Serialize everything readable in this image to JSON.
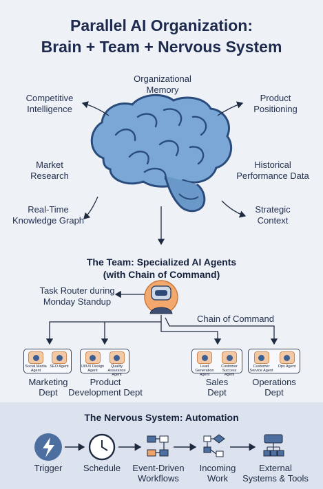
{
  "title": {
    "line1": "Parallel AI Organization:",
    "line2": "Brain + Team + Nervous System"
  },
  "brain": {
    "organizational_memory_1": "Organizational",
    "organizational_memory_2": "Memory",
    "competitive_1": "Competitive",
    "competitive_2": "Intelligence",
    "product_1": "Product",
    "product_2": "Positioning",
    "market_1": "Market",
    "market_2": "Research",
    "historical_1": "Historical",
    "historical_2": "Performance Data",
    "realtime_1": "Real-Time",
    "realtime_2": "Knowledge Graph",
    "strategic_1": "Strategic",
    "strategic_2": "Context"
  },
  "team": {
    "heading_1": "The Team: Specialized AI Agents",
    "heading_2": "(with Chain of Command)",
    "router_1": "Task Router during",
    "router_2": "Monday Standup",
    "chain": "Chain of Command",
    "depts": [
      {
        "name_1": "Marketing",
        "name_2": "Dept",
        "agents": [
          {
            "name": "Social Media Agent",
            "icon": "social-media-icon"
          },
          {
            "name": "SEO Agent",
            "icon": "seo-icon"
          }
        ]
      },
      {
        "name_1": "Product",
        "name_2": "Development Dept",
        "agents": [
          {
            "name": "UI/UX Design Agent",
            "icon": "design-icon"
          },
          {
            "name": "Quality Assurance Agent",
            "icon": "checklist-icon"
          }
        ]
      },
      {
        "name_1": "Sales",
        "name_2": "Dept",
        "agents": [
          {
            "name": "Lead Generation Agent",
            "icon": "funnel-icon"
          },
          {
            "name": "Customer Success Agent",
            "icon": "lifebuoy-icon"
          }
        ]
      },
      {
        "name_1": "Operations",
        "name_2": "Dept",
        "agents": [
          {
            "name": "Customer Service Agent",
            "icon": "headset-icon"
          },
          {
            "name": "Ops Agent",
            "icon": "robot-icon"
          }
        ]
      }
    ]
  },
  "nervous": {
    "heading": "The Nervous System: Automation",
    "steps": [
      {
        "label_1": "Trigger",
        "label_2": "",
        "icon": "lightning-icon"
      },
      {
        "label_1": "Schedule",
        "label_2": "",
        "icon": "clock-icon"
      },
      {
        "label_1": "Event-Driven",
        "label_2": "Workflows",
        "icon": "workflow-icon"
      },
      {
        "label_1": "Incoming",
        "label_2": "Work",
        "icon": "flowchart-icon"
      },
      {
        "label_1": "External",
        "label_2": "Systems & Tools",
        "icon": "network-icon"
      }
    ]
  },
  "colors": {
    "brain_fill": "#6d9ccd",
    "brain_dark": "#2c4f7f",
    "accent_orange": "#f0a46a",
    "navy": "#1d2a4d"
  }
}
